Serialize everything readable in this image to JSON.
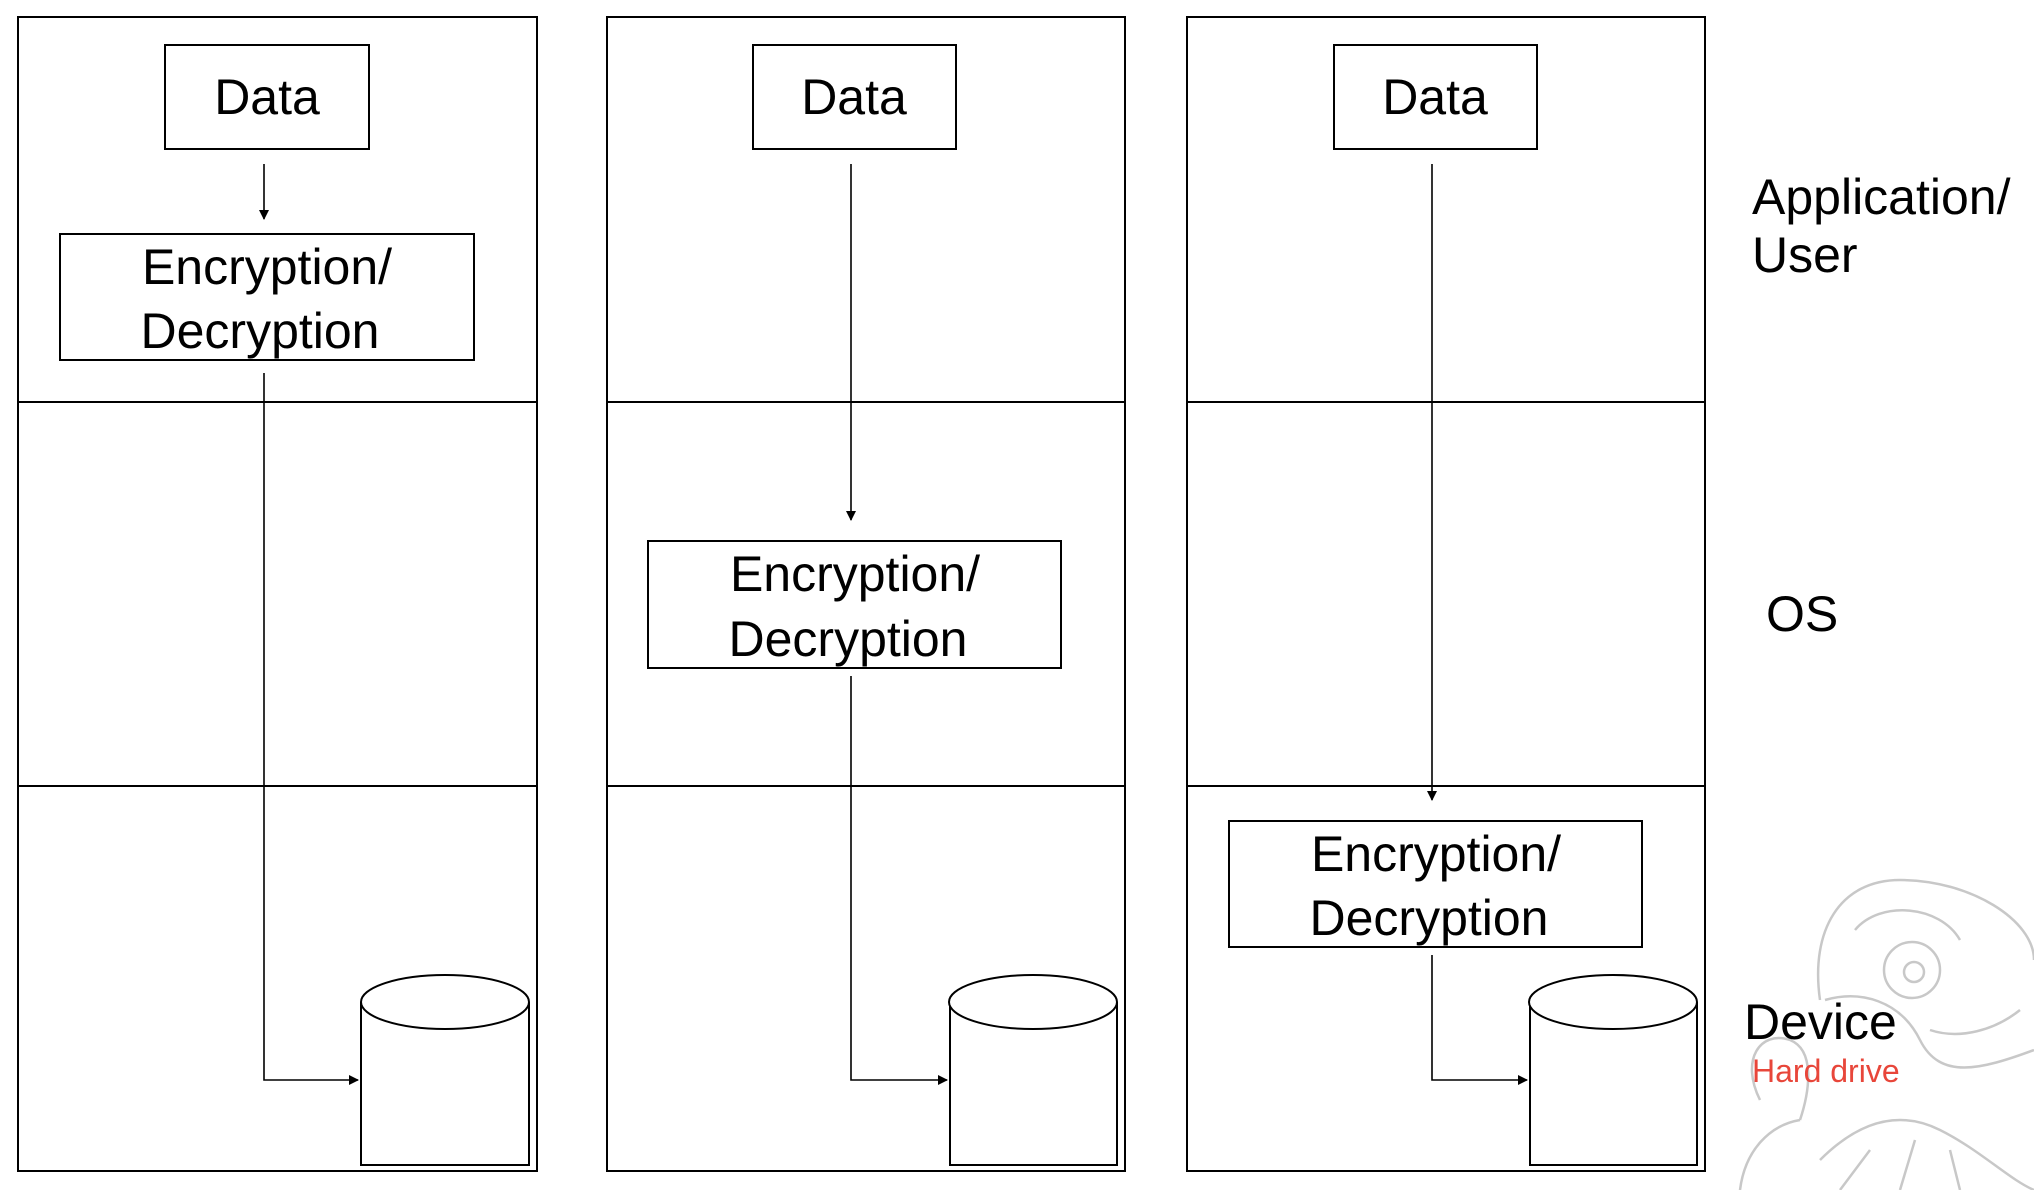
{
  "columns": [
    {
      "data_label": "Data",
      "crypto_line1": "Encryption/",
      "crypto_line2": "Decryption",
      "crypto_layer": "Application/User"
    },
    {
      "data_label": "Data",
      "crypto_line1": "Encryption/",
      "crypto_line2": "Decryption",
      "crypto_layer": "OS"
    },
    {
      "data_label": "Data",
      "crypto_line1": "Encryption/",
      "crypto_line2": "Decryption",
      "crypto_layer": "Device"
    }
  ],
  "layers": {
    "app_line1": "Application/",
    "app_line2": "User",
    "os": "OS",
    "device": "Device",
    "device_sub": "Hard drive"
  },
  "colors": {
    "device_sub": "#e8463a",
    "stroke": "#000000",
    "mascot": "#c8c8c8"
  },
  "icons": {
    "storage": "cylinder-icon",
    "watermark": "turtle-mascot"
  }
}
